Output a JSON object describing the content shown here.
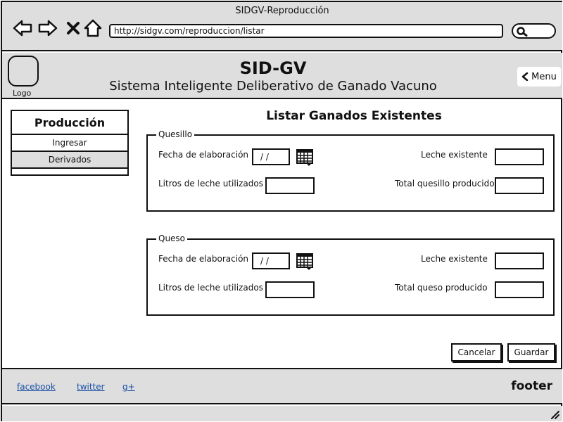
{
  "window": {
    "title": "SIDGV-Reproducción"
  },
  "browser": {
    "url": "http://sidgv.com/reproduccion/listar",
    "icons": [
      "back-arrow-icon",
      "forward-arrow-icon",
      "close-icon",
      "home-icon",
      "search-icon"
    ]
  },
  "header": {
    "logo_label": "Logo",
    "title": "SID-GV",
    "subtitle": "Sistema Inteligente Deliberativo de Ganado Vacuno",
    "menu_label": "Menu"
  },
  "sidebar": {
    "title": "Producción",
    "items": [
      {
        "label": "Ingresar"
      },
      {
        "label": "Derivados",
        "active": true
      }
    ]
  },
  "main": {
    "title": "Listar Ganados Existentes",
    "groups": [
      {
        "legend": "Quesillo",
        "date_label": "Fecha de elaboración",
        "date_value": "/ /",
        "liters_label": "Litros de leche utilizados",
        "liters_value": "",
        "milk_label": "Leche existente",
        "milk_value": "",
        "total_label": "Total quesillo producido",
        "total_value": ""
      },
      {
        "legend": "Queso",
        "date_label": "Fecha de elaboración",
        "date_value": "/ /",
        "liters_label": "Litros de leche utilizados",
        "liters_value": "",
        "milk_label": "Leche existente",
        "milk_value": "",
        "total_label": "Total queso producido",
        "total_value": ""
      }
    ],
    "buttons": {
      "cancel": "Cancelar",
      "save": "Guardar"
    }
  },
  "footer": {
    "links": [
      "facebook",
      "twitter",
      "g+"
    ],
    "label": "footer"
  },
  "colors": {
    "chrome": "#dedede",
    "link": "#1a4fa8",
    "ink": "#111111"
  }
}
